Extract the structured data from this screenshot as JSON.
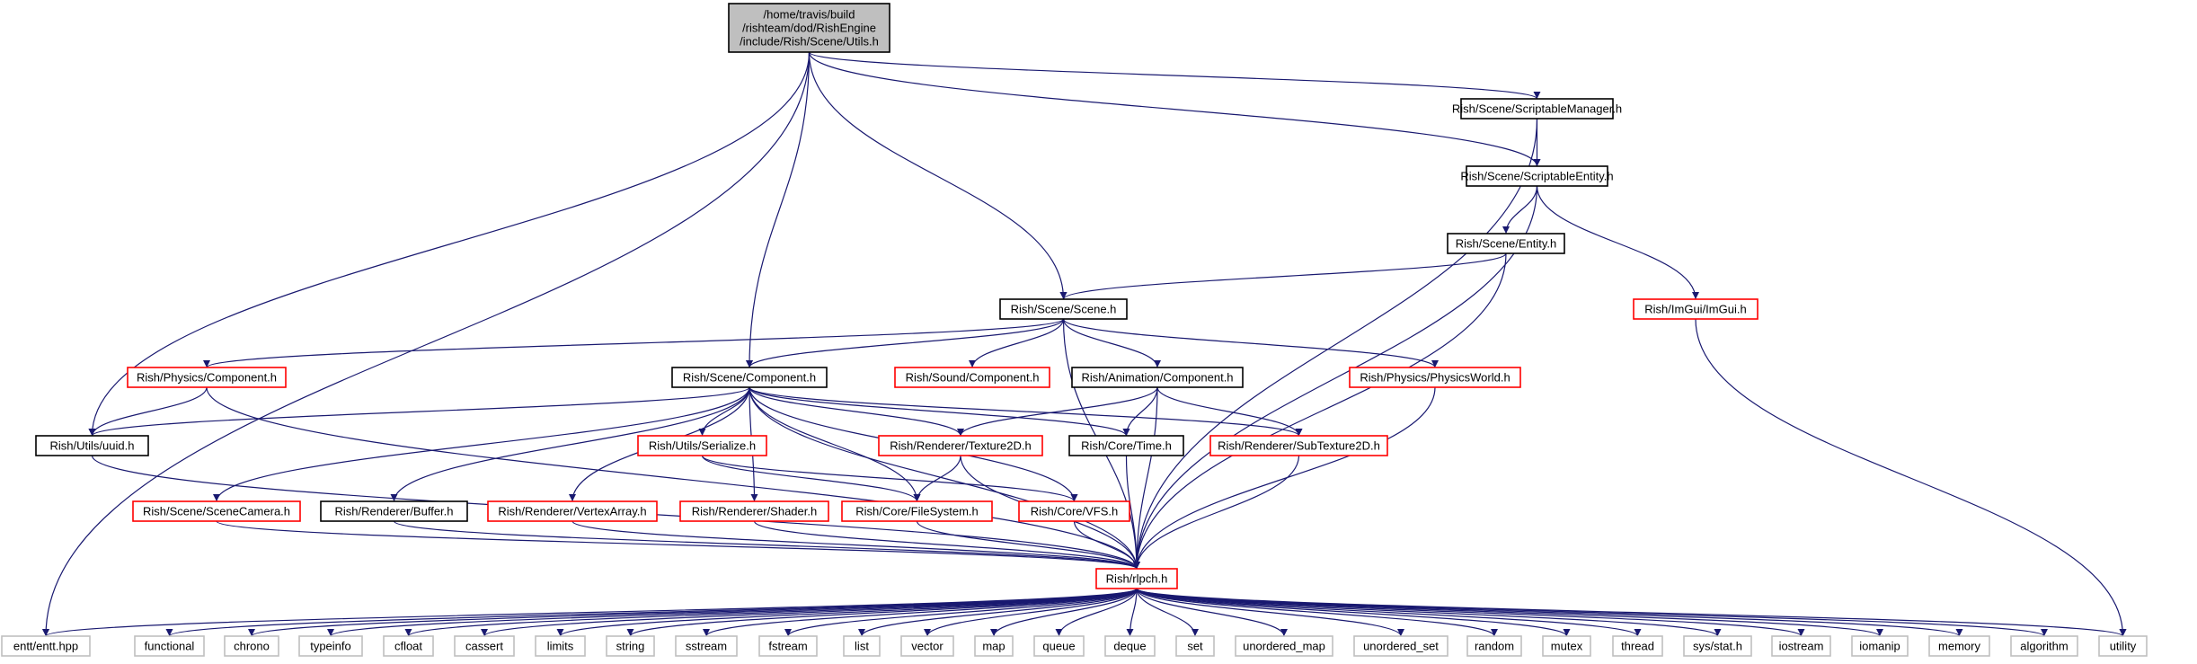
{
  "colors": {
    "edge": "#191970",
    "border_black": "#000000",
    "border_red": "#ff0000",
    "border_grey": "#bfbfbf",
    "root_fill": "#bfbfbf",
    "fill": "#ffffff"
  },
  "graph": {
    "root": {
      "id": "root",
      "lines": [
        "/home/travis/build",
        "/rishteam/dod/RishEngine",
        "/include/Rish/Scene/Utils.h"
      ]
    },
    "nodes": [
      {
        "id": "scriptmgr",
        "label": "Rish/Scene/ScriptableManager.h",
        "style": "black"
      },
      {
        "id": "scriptent",
        "label": "Rish/Scene/ScriptableEntity.h",
        "style": "black"
      },
      {
        "id": "entity",
        "label": "Rish/Scene/Entity.h",
        "style": "black"
      },
      {
        "id": "imgui",
        "label": "Rish/ImGui/ImGui.h",
        "style": "red"
      },
      {
        "id": "scene",
        "label": "Rish/Scene/Scene.h",
        "style": "black"
      },
      {
        "id": "physcomp",
        "label": "Rish/Physics/Component.h",
        "style": "red"
      },
      {
        "id": "scenecomp",
        "label": "Rish/Scene/Component.h",
        "style": "black"
      },
      {
        "id": "soundcomp",
        "label": "Rish/Sound/Component.h",
        "style": "red"
      },
      {
        "id": "animcomp",
        "label": "Rish/Animation/Component.h",
        "style": "black"
      },
      {
        "id": "physworld",
        "label": "Rish/Physics/PhysicsWorld.h",
        "style": "red"
      },
      {
        "id": "uuid",
        "label": "Rish/Utils/uuid.h",
        "style": "black"
      },
      {
        "id": "serialize",
        "label": "Rish/Utils/Serialize.h",
        "style": "red"
      },
      {
        "id": "tex2d",
        "label": "Rish/Renderer/Texture2D.h",
        "style": "red"
      },
      {
        "id": "time",
        "label": "Rish/Core/Time.h",
        "style": "black"
      },
      {
        "id": "subtex",
        "label": "Rish/Renderer/SubTexture2D.h",
        "style": "red"
      },
      {
        "id": "camera",
        "label": "Rish/Scene/SceneCamera.h",
        "style": "red"
      },
      {
        "id": "buffer",
        "label": "Rish/Renderer/Buffer.h",
        "style": "black"
      },
      {
        "id": "vao",
        "label": "Rish/Renderer/VertexArray.h",
        "style": "red"
      },
      {
        "id": "shader",
        "label": "Rish/Renderer/Shader.h",
        "style": "red"
      },
      {
        "id": "fs",
        "label": "Rish/Core/FileSystem.h",
        "style": "red"
      },
      {
        "id": "vfs",
        "label": "Rish/Core/VFS.h",
        "style": "red"
      },
      {
        "id": "rlpch",
        "label": "Rish/rlpch.h",
        "style": "red"
      },
      {
        "id": "s0",
        "label": "entt/entt.hpp",
        "style": "grey"
      },
      {
        "id": "s1",
        "label": "functional",
        "style": "grey"
      },
      {
        "id": "s2",
        "label": "chrono",
        "style": "grey"
      },
      {
        "id": "s3",
        "label": "typeinfo",
        "style": "grey"
      },
      {
        "id": "s4",
        "label": "cfloat",
        "style": "grey"
      },
      {
        "id": "s5",
        "label": "cassert",
        "style": "grey"
      },
      {
        "id": "s6",
        "label": "limits",
        "style": "grey"
      },
      {
        "id": "s7",
        "label": "string",
        "style": "grey"
      },
      {
        "id": "s8",
        "label": "sstream",
        "style": "grey"
      },
      {
        "id": "s9",
        "label": "fstream",
        "style": "grey"
      },
      {
        "id": "s10",
        "label": "list",
        "style": "grey"
      },
      {
        "id": "s11",
        "label": "vector",
        "style": "grey"
      },
      {
        "id": "s12",
        "label": "map",
        "style": "grey"
      },
      {
        "id": "s13",
        "label": "queue",
        "style": "grey"
      },
      {
        "id": "s14",
        "label": "deque",
        "style": "grey"
      },
      {
        "id": "s15",
        "label": "set",
        "style": "grey"
      },
      {
        "id": "s16",
        "label": "unordered_map",
        "style": "grey"
      },
      {
        "id": "s17",
        "label": "unordered_set",
        "style": "grey"
      },
      {
        "id": "s18",
        "label": "random",
        "style": "grey"
      },
      {
        "id": "s19",
        "label": "mutex",
        "style": "grey"
      },
      {
        "id": "s20",
        "label": "thread",
        "style": "grey"
      },
      {
        "id": "s21",
        "label": "sys/stat.h",
        "style": "grey"
      },
      {
        "id": "s22",
        "label": "iostream",
        "style": "grey"
      },
      {
        "id": "s23",
        "label": "iomanip",
        "style": "grey"
      },
      {
        "id": "s24",
        "label": "memory",
        "style": "grey"
      },
      {
        "id": "s25",
        "label": "algorithm",
        "style": "grey"
      },
      {
        "id": "s26",
        "label": "utility",
        "style": "grey"
      }
    ],
    "edges": [
      [
        "root",
        "scriptmgr"
      ],
      [
        "root",
        "scriptent"
      ],
      [
        "root",
        "scene"
      ],
      [
        "root",
        "scenecomp"
      ],
      [
        "root",
        "uuid"
      ],
      [
        "root",
        "s0"
      ],
      [
        "scriptmgr",
        "scriptent"
      ],
      [
        "scriptmgr",
        "rlpch"
      ],
      [
        "scriptent",
        "entity"
      ],
      [
        "scriptent",
        "imgui"
      ],
      [
        "scriptent",
        "rlpch"
      ],
      [
        "entity",
        "scene"
      ],
      [
        "entity",
        "rlpch"
      ],
      [
        "imgui",
        "s26"
      ],
      [
        "scene",
        "physcomp"
      ],
      [
        "scene",
        "scenecomp"
      ],
      [
        "scene",
        "soundcomp"
      ],
      [
        "scene",
        "animcomp"
      ],
      [
        "scene",
        "physworld"
      ],
      [
        "scene",
        "rlpch"
      ],
      [
        "physcomp",
        "uuid"
      ],
      [
        "physcomp",
        "rlpch"
      ],
      [
        "physworld",
        "rlpch"
      ],
      [
        "scenecomp",
        "uuid"
      ],
      [
        "scenecomp",
        "serialize"
      ],
      [
        "scenecomp",
        "tex2d"
      ],
      [
        "scenecomp",
        "time"
      ],
      [
        "scenecomp",
        "subtex"
      ],
      [
        "scenecomp",
        "camera"
      ],
      [
        "scenecomp",
        "buffer"
      ],
      [
        "scenecomp",
        "vao"
      ],
      [
        "scenecomp",
        "shader"
      ],
      [
        "scenecomp",
        "fs"
      ],
      [
        "scenecomp",
        "vfs"
      ],
      [
        "scenecomp",
        "rlpch"
      ],
      [
        "animcomp",
        "tex2d"
      ],
      [
        "animcomp",
        "time"
      ],
      [
        "animcomp",
        "subtex"
      ],
      [
        "animcomp",
        "rlpch"
      ],
      [
        "uuid",
        "rlpch"
      ],
      [
        "serialize",
        "fs"
      ],
      [
        "serialize",
        "vfs"
      ],
      [
        "tex2d",
        "fs"
      ],
      [
        "tex2d",
        "rlpch"
      ],
      [
        "time",
        "rlpch"
      ],
      [
        "subtex",
        "rlpch"
      ],
      [
        "camera",
        "rlpch"
      ],
      [
        "buffer",
        "rlpch"
      ],
      [
        "vao",
        "rlpch"
      ],
      [
        "shader",
        "rlpch"
      ],
      [
        "fs",
        "rlpch"
      ],
      [
        "vfs",
        "rlpch"
      ],
      [
        "rlpch",
        "s0"
      ],
      [
        "rlpch",
        "s1"
      ],
      [
        "rlpch",
        "s2"
      ],
      [
        "rlpch",
        "s3"
      ],
      [
        "rlpch",
        "s4"
      ],
      [
        "rlpch",
        "s5"
      ],
      [
        "rlpch",
        "s6"
      ],
      [
        "rlpch",
        "s7"
      ],
      [
        "rlpch",
        "s8"
      ],
      [
        "rlpch",
        "s9"
      ],
      [
        "rlpch",
        "s10"
      ],
      [
        "rlpch",
        "s11"
      ],
      [
        "rlpch",
        "s12"
      ],
      [
        "rlpch",
        "s13"
      ],
      [
        "rlpch",
        "s14"
      ],
      [
        "rlpch",
        "s15"
      ],
      [
        "rlpch",
        "s16"
      ],
      [
        "rlpch",
        "s17"
      ],
      [
        "rlpch",
        "s18"
      ],
      [
        "rlpch",
        "s19"
      ],
      [
        "rlpch",
        "s20"
      ],
      [
        "rlpch",
        "s21"
      ],
      [
        "rlpch",
        "s22"
      ],
      [
        "rlpch",
        "s23"
      ],
      [
        "rlpch",
        "s24"
      ],
      [
        "rlpch",
        "s25"
      ],
      [
        "rlpch",
        "s26"
      ]
    ]
  }
}
